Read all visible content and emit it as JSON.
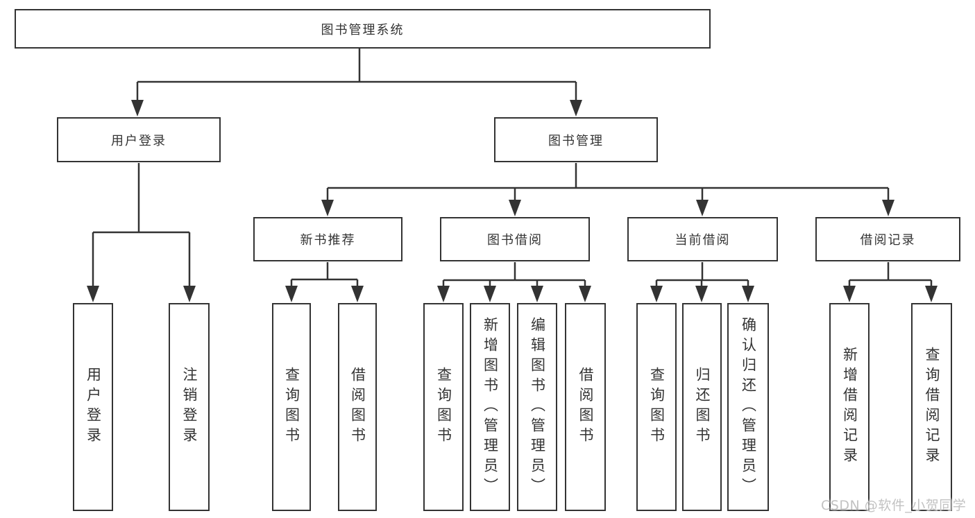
{
  "watermark": "CSDN @软件_小贺同学",
  "colors": {
    "line": "#333333",
    "text": "#333333",
    "box_background": "#ffffff",
    "watermark": "#c2c2c2"
  },
  "nodes": [
    {
      "id": "root",
      "label": "图书管理系统",
      "parent": null
    },
    {
      "id": "user-login",
      "label": "用户登录",
      "parent": "root"
    },
    {
      "id": "book-management",
      "label": "图书管理",
      "parent": "root"
    },
    {
      "id": "new-book-recommend",
      "label": "新书推荐",
      "parent": "book-management"
    },
    {
      "id": "book-borrowing",
      "label": "图书借阅",
      "parent": "book-management"
    },
    {
      "id": "current-borrowing",
      "label": "当前借阅",
      "parent": "book-management"
    },
    {
      "id": "borrowing-records",
      "label": "借阅记录",
      "parent": "book-management"
    },
    {
      "id": "leaf-user-login",
      "label": "用户登录",
      "parent": "user-login"
    },
    {
      "id": "leaf-logout",
      "label": "注销登录",
      "parent": "user-login"
    },
    {
      "id": "leaf-query-books-1",
      "label": "查询图书",
      "parent": "new-book-recommend"
    },
    {
      "id": "leaf-borrow-books-1",
      "label": "借阅图书",
      "parent": "new-book-recommend"
    },
    {
      "id": "leaf-query-books-2",
      "label": "查询图书",
      "parent": "book-borrowing"
    },
    {
      "id": "leaf-add-books",
      "label": "新增图书（管理员）",
      "parent": "book-borrowing"
    },
    {
      "id": "leaf-edit-books",
      "label": "编辑图书（管理员）",
      "parent": "book-borrowing"
    },
    {
      "id": "leaf-borrow-books-2",
      "label": "借阅图书",
      "parent": "book-borrowing"
    },
    {
      "id": "leaf-query-books-3",
      "label": "查询图书",
      "parent": "current-borrowing"
    },
    {
      "id": "leaf-return-books",
      "label": "归还图书",
      "parent": "current-borrowing"
    },
    {
      "id": "leaf-confirm-return",
      "label": "确认归还（管理员）",
      "parent": "current-borrowing"
    },
    {
      "id": "leaf-add-record",
      "label": "新增借阅记录",
      "parent": "borrowing-records"
    },
    {
      "id": "leaf-query-record",
      "label": "查询借阅记录",
      "parent": "borrowing-records"
    }
  ]
}
